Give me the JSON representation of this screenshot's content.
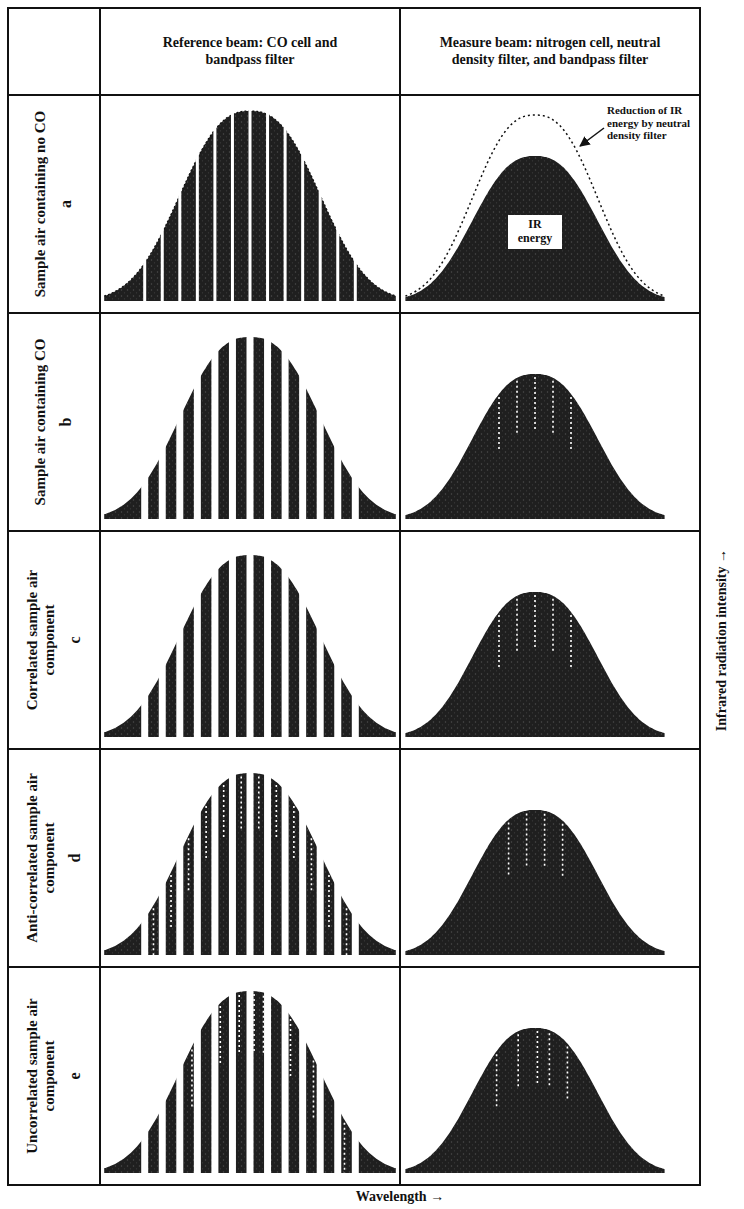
{
  "diagram": {
    "nodes": [
      {
        "text": [
          "Reference beam: CO cell and bandpass filter"
        ]
      },
      {
        "text": [
          "Measure beam: nitrogen cell, neutral density filter, and bandpass filter"
        ]
      },
      {
        "text": [
          "a",
          "Sample air containing no CO"
        ]
      },
      {
        "text": [
          "b",
          "Sample air containing CO"
        ]
      },
      {
        "text": [
          "c",
          "Correlated sample air component"
        ]
      },
      {
        "text": [
          "d",
          "Anti-correlated sample air component"
        ]
      },
      {
        "text": [
          "e",
          "Uncorrelated sample air component"
        ]
      },
      {
        "text": [
          "IR energy"
        ]
      }
    ],
    "labels": [
      "Reduction of IR energy by neutral density filter",
      "Infrared radiation intensity →",
      "Wavelength →"
    ]
  }
}
